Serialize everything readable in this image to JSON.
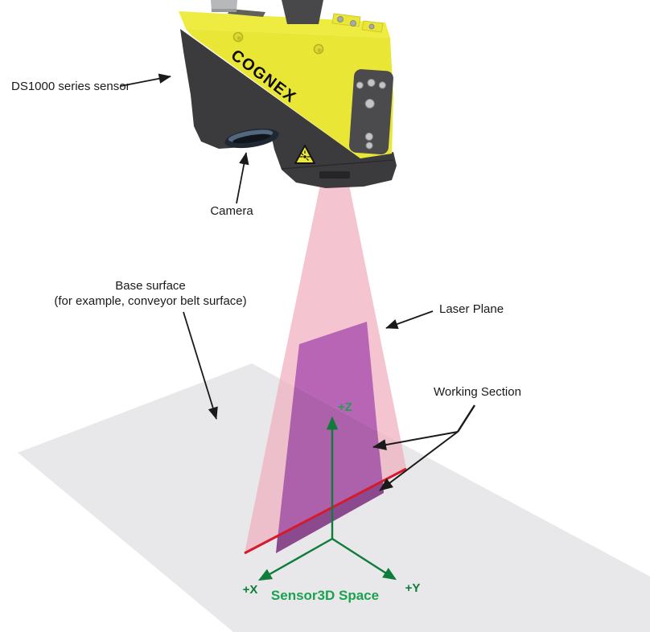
{
  "diagram": {
    "type": "annotated-3d-laser-sensor-diagram",
    "labels": {
      "sensor": "DS1000 series sensor",
      "camera": "Camera",
      "base_line1": "Base surface",
      "base_line2": "(for example, conveyor belt surface)",
      "laser_plane": "Laser Plane",
      "working_section": "Working Section",
      "axis_z": "+Z",
      "axis_x": "+X",
      "axis_y": "+Y",
      "space": "Sensor3D Space",
      "brand": "COGNEX"
    },
    "icons": {
      "laser_warning": "laser-warning-triangle-icon",
      "camera_window": "camera-window-icon"
    },
    "colors": {
      "sensor_yellow": "#e9e636",
      "sensor_yellow_top": "#eeec40",
      "sensor_dark": "#3b3b3d",
      "sensor_dark2": "#48484b",
      "silver": "#b7b8ba",
      "laser_pink": "#f5c4d1",
      "laser_pink_gray": "#edbfca",
      "working_purple": "#b765b4",
      "working_purple_gray": "#ae61ab",
      "working_purple_dark": "#8c4a8e",
      "laser_red": "#d61a2e",
      "base_gray": "#e8e8ea",
      "axis_green": "#0e7c3a",
      "label_green": "#1aa24f",
      "ink": "#1a1a1a"
    }
  }
}
